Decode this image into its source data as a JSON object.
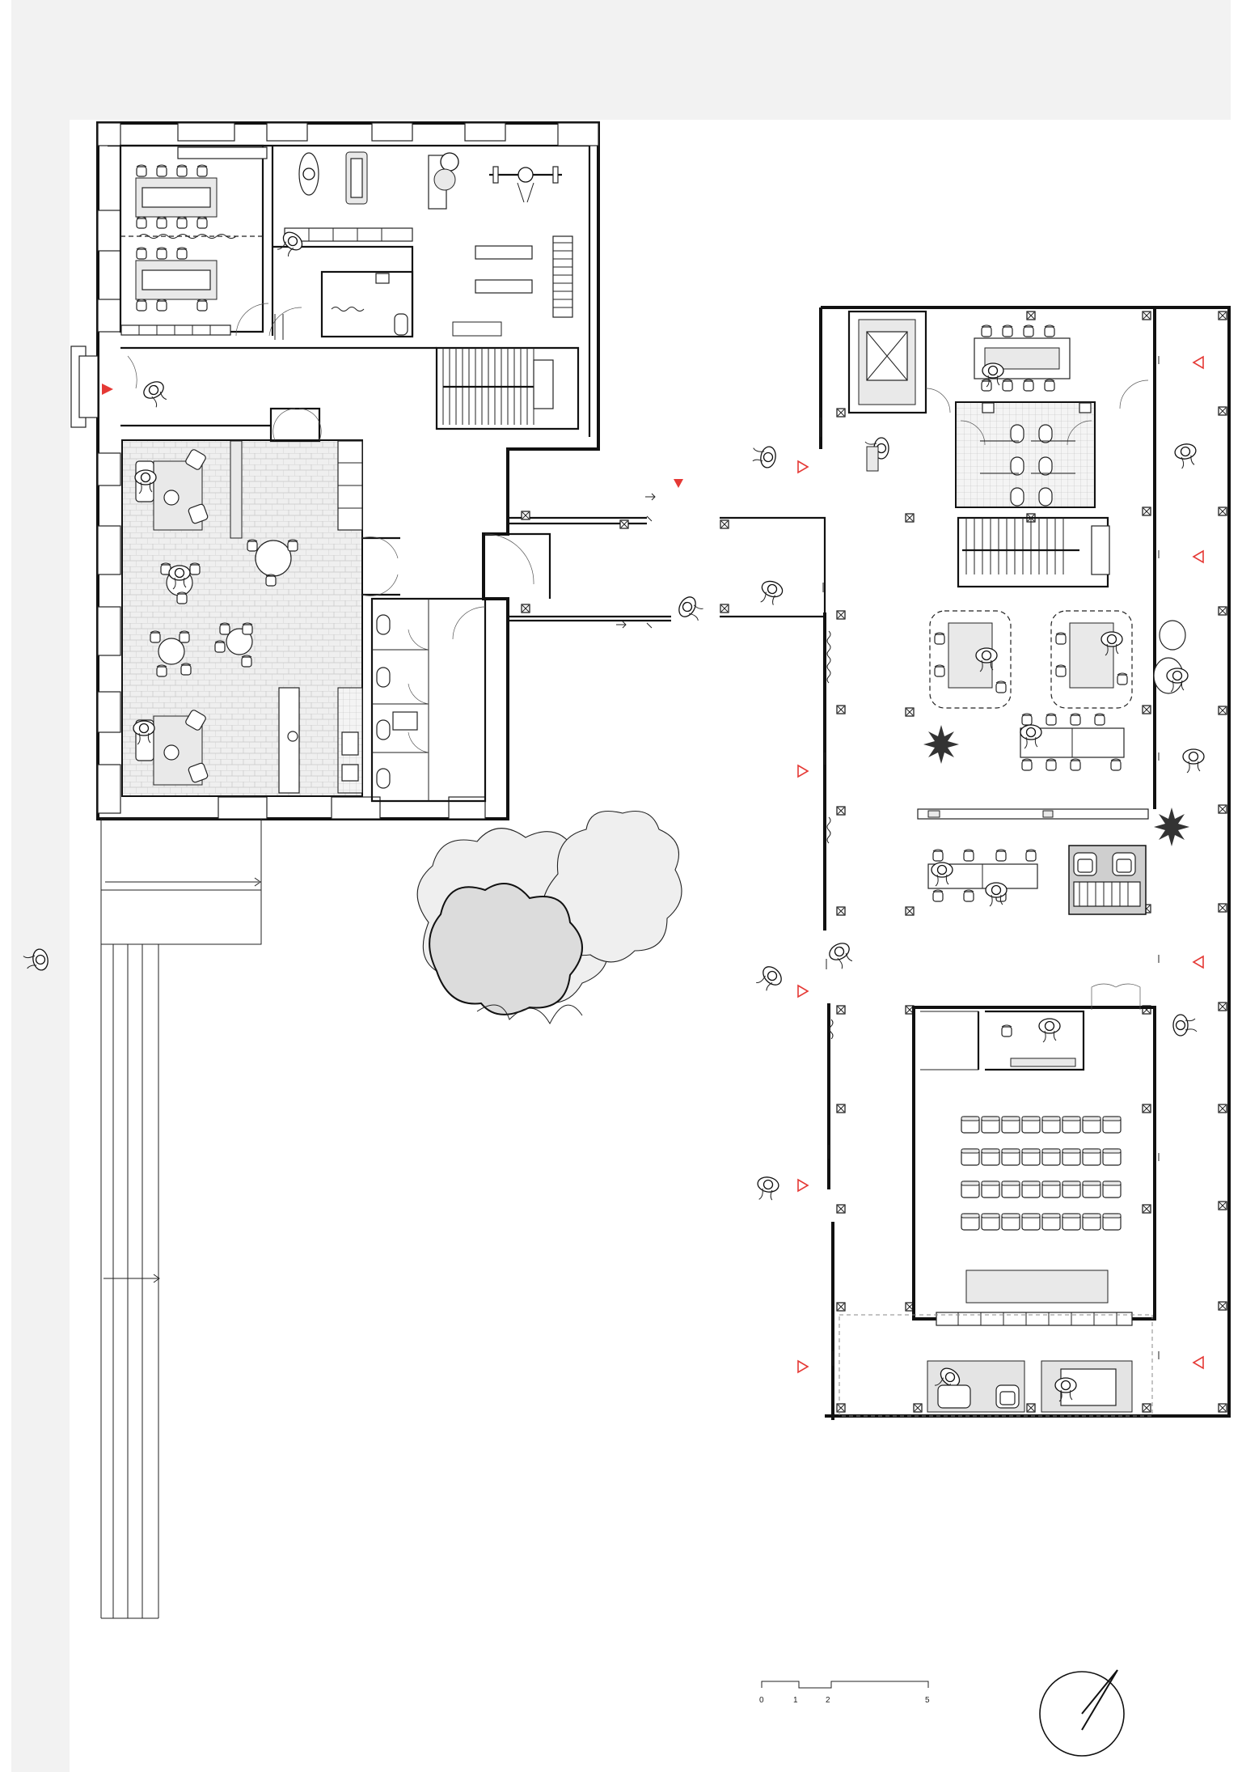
{
  "drawing": {
    "type": "architectural floor plan",
    "accent_color": "#e53935",
    "background_band_color": "#f2f2f2",
    "line_color": "#111111"
  },
  "scale_bar": {
    "labels": [
      "0",
      "1",
      "2",
      "5"
    ]
  },
  "north_arrow": {
    "icon": "north-arrow-icon"
  },
  "entrance_markers": {
    "icon": "red-triangle-icon",
    "color": "#e53935"
  }
}
